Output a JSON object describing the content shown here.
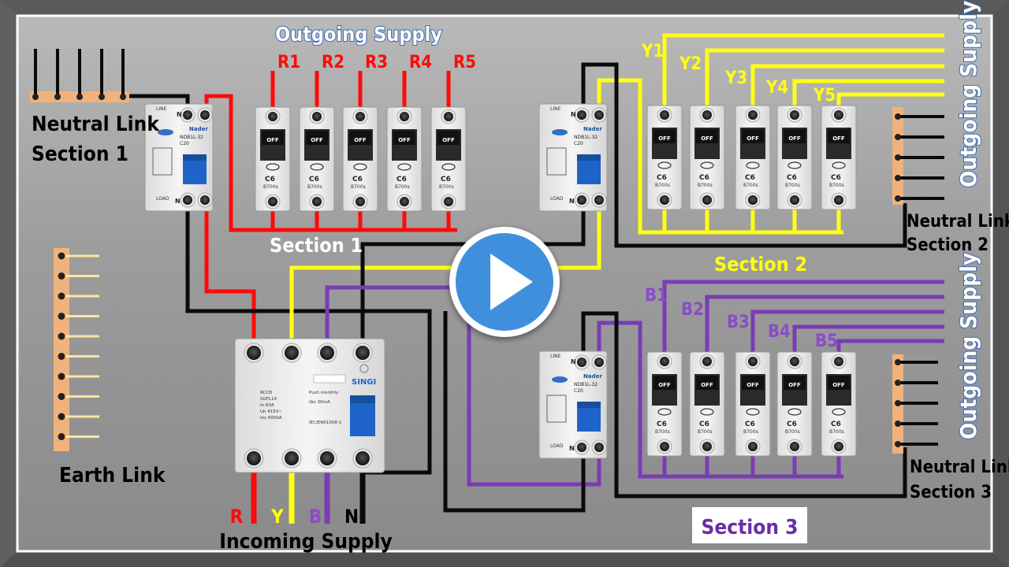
{
  "title": "Outgoing Supply",
  "outgoing_right": "Outgoing Supply",
  "incoming_supply": "Incoming Supply",
  "earth_link": "Earth Link",
  "neutral_link_1": [
    "Neutral Link",
    "Section 1"
  ],
  "neutral_link_2": [
    "Neutral Link",
    "Section 2"
  ],
  "neutral_link_3": [
    "Neutral Link",
    "Section 3"
  ],
  "section_1": "Section 1",
  "section_2": "Section 2",
  "section_3": "Section 3",
  "red_lines": [
    "R1",
    "R2",
    "R3",
    "R4",
    "R5"
  ],
  "yellow_lines": [
    "Y1",
    "Y2",
    "Y3",
    "Y4",
    "Y5"
  ],
  "blue_lines": [
    "B1",
    "B2",
    "B3",
    "B4",
    "B5"
  ],
  "incoming_phases": [
    "R",
    "Y",
    "B",
    "N"
  ],
  "mcb": {
    "off": "OFF",
    "rating": "C6",
    "series": "B700s"
  },
  "rccb_small": {
    "brand": "Nader",
    "top": "LINE",
    "bottom": "LOAD",
    "n": "N",
    "model": "NDB1L-32",
    "rating": "C20"
  },
  "rccb_main": {
    "brand": "SINGI",
    "type": "RCCB",
    "model": "SGFL14",
    "in": "In 63A",
    "un": "Un 415V~",
    "inc": "Inc 6000A",
    "push": "Push monthly",
    "idn": "IΔn 30mA",
    "std": "IEC/EN61008-1"
  },
  "colors": {
    "red": "#ff0a0a",
    "yellow": "#ffff14",
    "purple": "#7a3cb4",
    "black": "#0a0a0a",
    "link": "#f0b27c",
    "play": "#3f8fdc"
  },
  "play_icon": "play-icon"
}
